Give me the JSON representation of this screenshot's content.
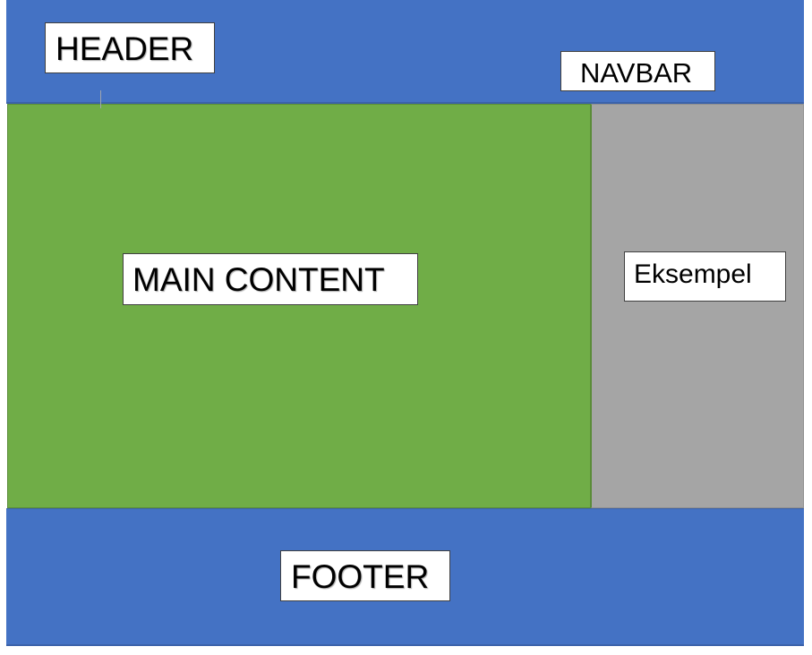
{
  "diagram": {
    "header": {
      "label": "HEADER",
      "color": "#4472c4"
    },
    "navbar": {
      "label": "NAVBAR"
    },
    "main": {
      "label": "MAIN CONTENT",
      "color": "#70ad47"
    },
    "aside": {
      "label": "Eksempel",
      "color": "#a5a5a5"
    },
    "footer": {
      "label": "FOOTER",
      "color": "#4472c4"
    }
  }
}
